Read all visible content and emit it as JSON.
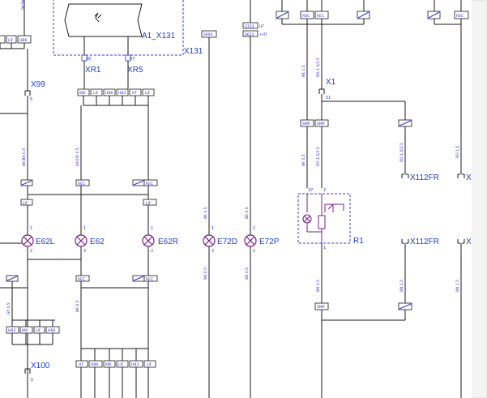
{
  "diagram": {
    "components": {
      "a1_x131": "A1_X131",
      "x131": "X131",
      "xr1": "XR1",
      "xr5": "XR5",
      "x99": "X99",
      "x1": "X1",
      "e62l": "E62L",
      "e62": "E62",
      "e62r": "E62R",
      "e72d": "E72D",
      "e72p": "E72P",
      "r1": "R1",
      "x112fr_top": "X112FR",
      "x112fr_bot": "X112FR",
      "x_top": "X",
      "x_bot": "X",
      "x100": "X100"
    },
    "xr1_pins": [
      "KW",
      "LIF",
      "HB6",
      "HB3",
      "HT",
      "LIF"
    ],
    "x100_pins": [
      "HB3",
      "KW",
      "LIF",
      "HB6"
    ],
    "bottom_pins": [
      "HT",
      "HB6",
      "KW",
      "LIF",
      "HB3",
      "LIF"
    ],
    "top_left_pins": [
      "",
      "LIF",
      "HB6"
    ],
    "top_right_tags": [
      "RSC",
      "REC",
      "RSC"
    ],
    "right_tags": {
      "smp1": "SMP",
      "smp2": "SMP",
      "smp3": "SMP"
    },
    "mid_tags": {
      "lif1": "LIF",
      "rec1": "REC",
      "rec2": "REC",
      "lif2": "LIF",
      "rec3": "REC",
      "rec4": "REC"
    },
    "fuse_tags": {
      "s604": "S604",
      "s723": "S723",
      "s623": "S623",
      "ht": "HT",
      "ht2": "+HT"
    },
    "pin_numbers": [
      "30",
      "47",
      "5",
      "1",
      "2",
      "1P",
      "2",
      "1",
      "51"
    ],
    "wire_codes": [
      "BK/BK 0.5",
      "GY/OR 0.5",
      "BK 0.5",
      "BK 0.5",
      "BK 0.5",
      "BN 0.5",
      "RD 1.5/2.5",
      "BK 1.5",
      "RD 1.5/2.5",
      "BN 1.5",
      "BN 1.5",
      "BN 1.5",
      "GY 0.5",
      "BK 0.5",
      "RD 1.5"
    ]
  }
}
